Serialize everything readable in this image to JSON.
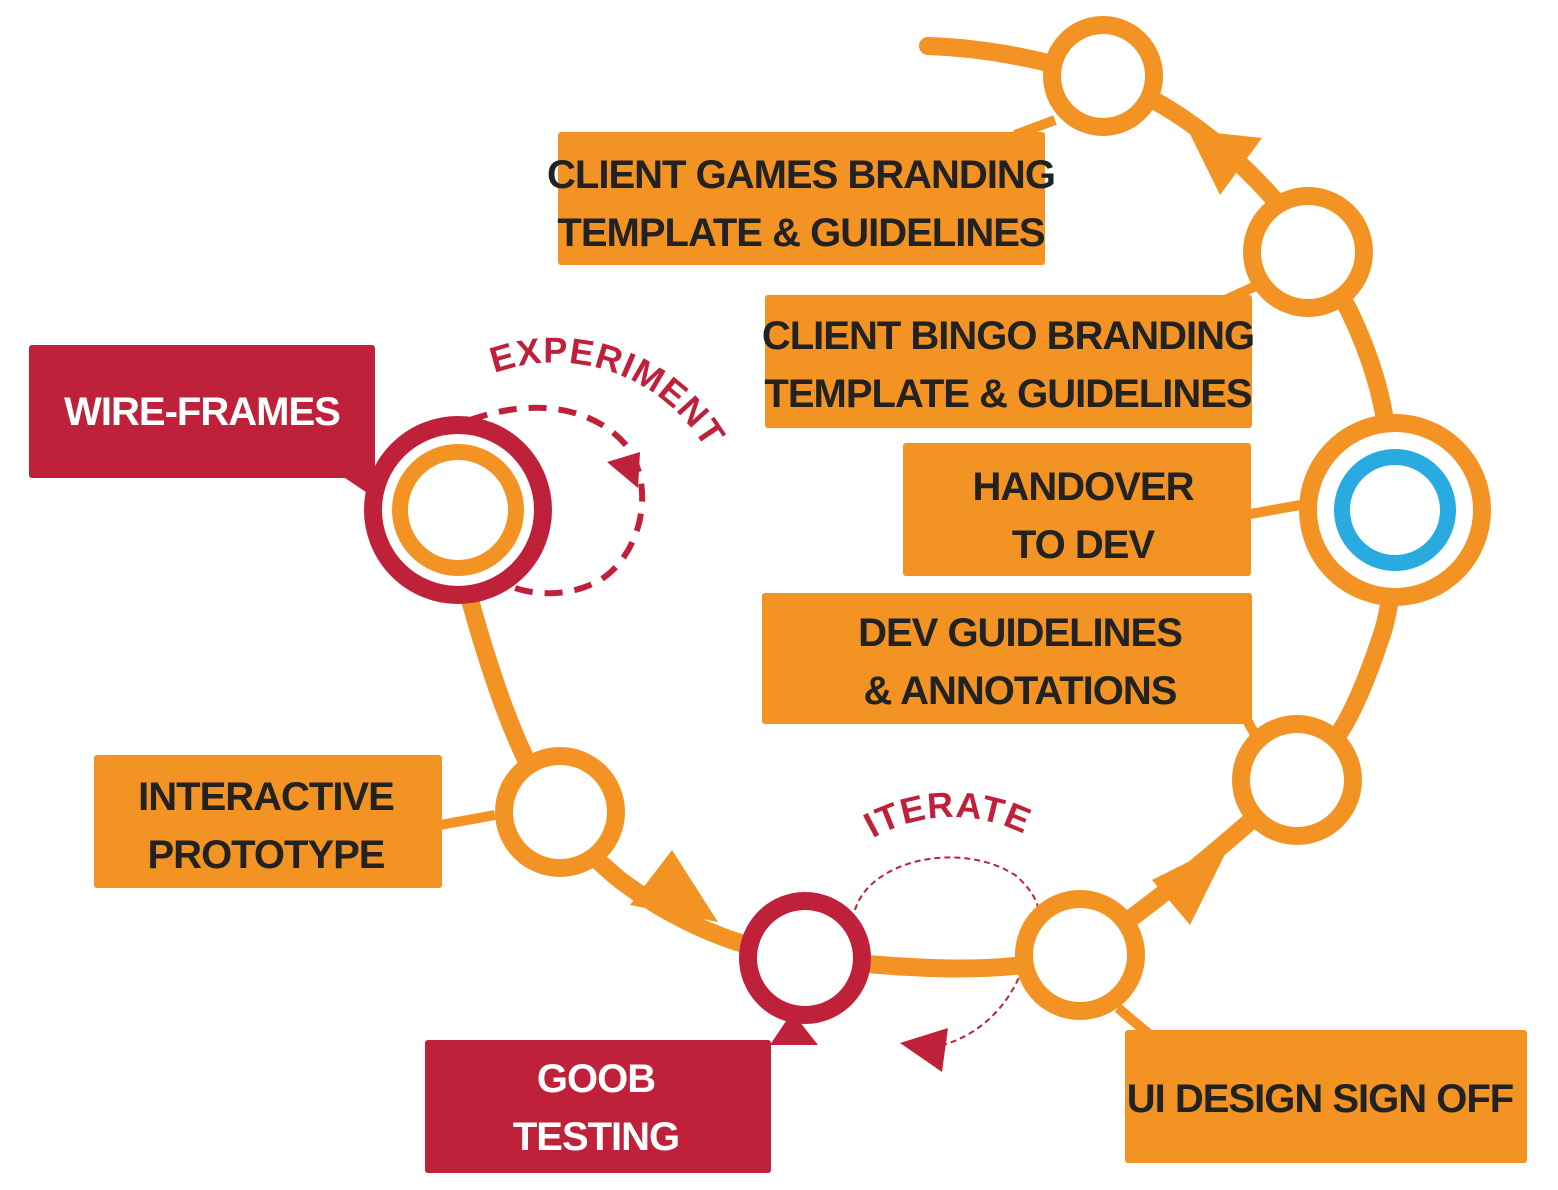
{
  "colors": {
    "orange": "#f39323",
    "red": "#c0213a",
    "blue": "#29abe2",
    "text_dark": "#222222",
    "text_light": "#ffffff"
  },
  "steps": {
    "client_games": {
      "line1": "CLIENT GAMES BRANDING",
      "line2": "TEMPLATE & GUIDELINES"
    },
    "client_bingo": {
      "line1": "CLIENT BINGO BRANDING",
      "line2": "TEMPLATE & GUIDELINES"
    },
    "handover": {
      "line1": "HANDOVER",
      "line2": "TO DEV"
    },
    "dev_guidelines": {
      "line1": "DEV GUIDELINES",
      "line2": "& ANNOTATIONS"
    },
    "wireframes": {
      "line1": "WIRE-FRAMES"
    },
    "interactive": {
      "line1": "INTERACTIVE",
      "line2": "PROTOTYPE"
    },
    "goob": {
      "line1": "GOOB",
      "line2": "TESTING"
    },
    "ui_signoff": {
      "line1": "UI DESIGN SIGN OFF"
    }
  },
  "loops": {
    "experiment": "EXPERIMENT",
    "iterate": "ITERATE"
  }
}
